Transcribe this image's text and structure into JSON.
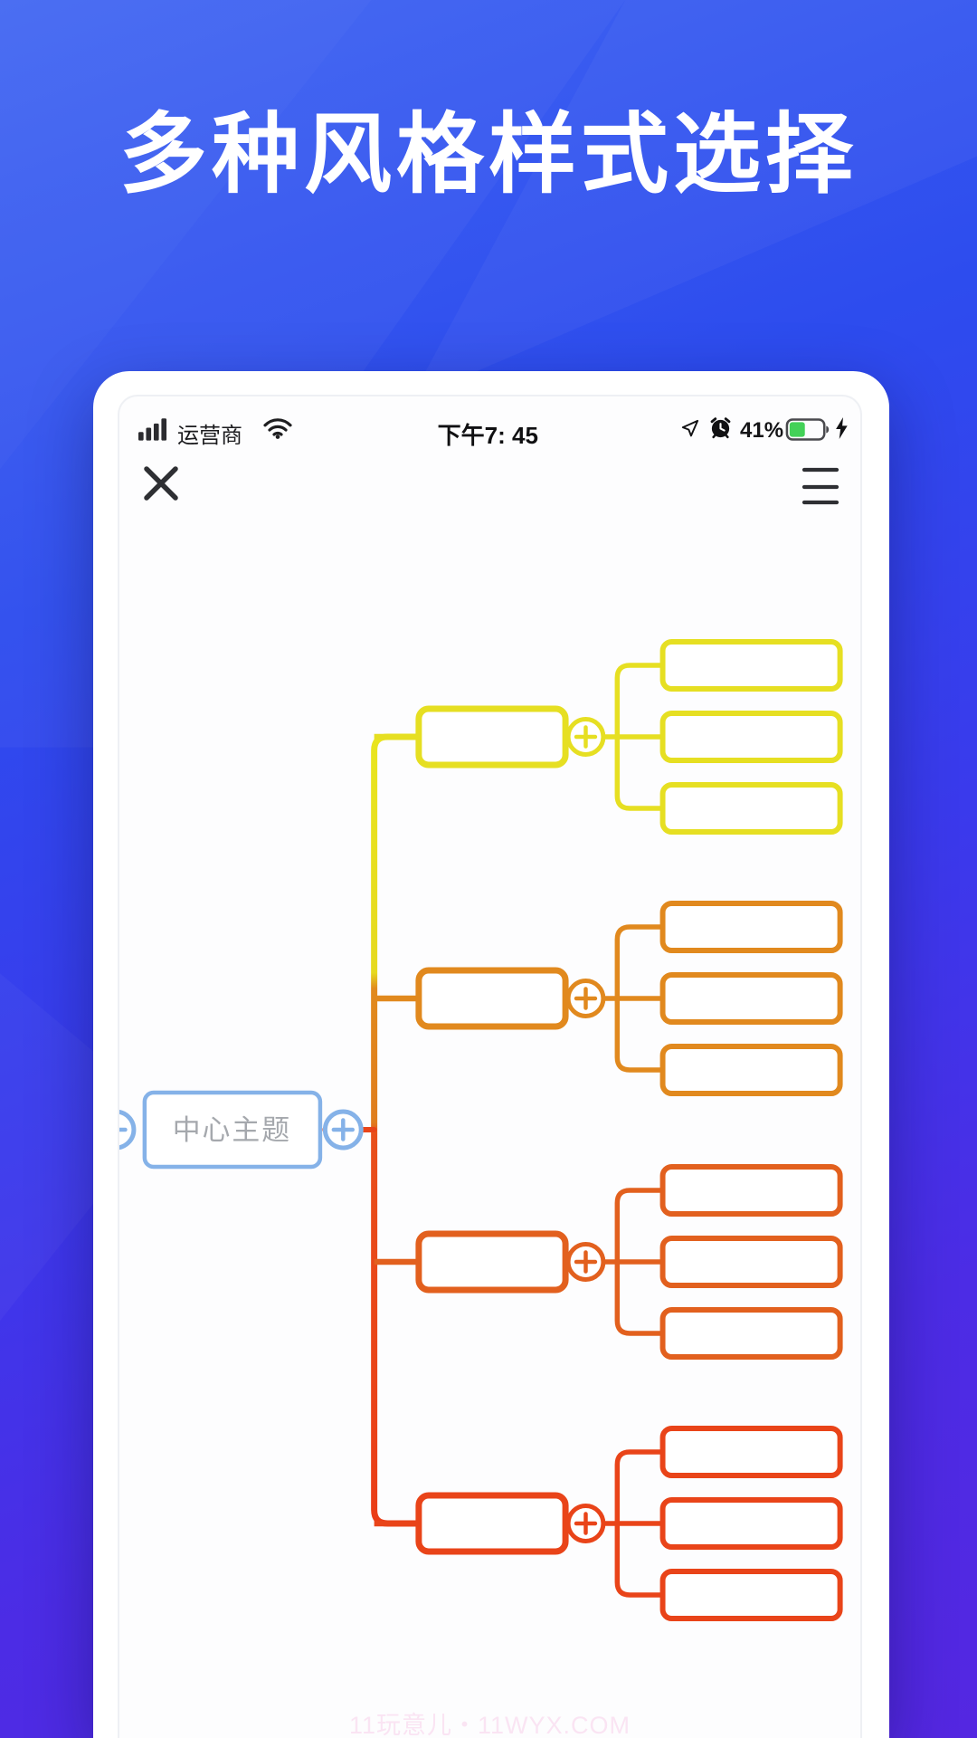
{
  "title": "多种风格样式选择",
  "watermark": "11玩意儿・11WYX.COM",
  "status_bar": {
    "carrier": "运营商",
    "time": "下午7: 45",
    "battery_percent": "41%",
    "battery_fill_color": "#43d158",
    "icons": [
      "signal-icon",
      "wifi-icon",
      "location-arrow-icon",
      "alarm-clock-icon",
      "battery-icon",
      "charging-bolt-icon"
    ]
  },
  "toolbar": {
    "close_icon": "close-icon",
    "menu_icon": "menu-icon"
  },
  "mindmap": {
    "central": {
      "label": "中心主题",
      "accent_color": "#85b2e8",
      "text_color": "#a5a8ad"
    },
    "trunk_gradient": [
      "#e9e51f",
      "#e6d920",
      "#e18a1e",
      "#df7d1e",
      "#e84f1a",
      "#ea3d17"
    ],
    "branches": [
      {
        "name": "branch-yellow",
        "color": "#e6df22",
        "children": 3
      },
      {
        "name": "branch-orange",
        "color": "#e1891e",
        "children": 3
      },
      {
        "name": "branch-dark-orange",
        "color": "#e2601e",
        "children": 3
      },
      {
        "name": "branch-red",
        "color": "#e94419",
        "children": 3
      }
    ]
  }
}
